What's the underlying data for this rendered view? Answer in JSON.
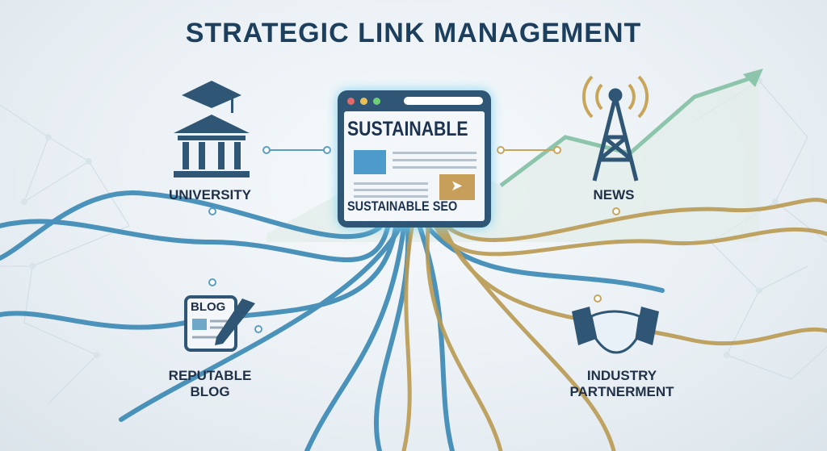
{
  "title": "STRATEGIC LINK MANAGEMENT",
  "center": {
    "heading": "SUSTAINABLE",
    "caption": "SUSTAINABLE SEO"
  },
  "nodes": [
    {
      "label": "UNIVERSITY",
      "icon": "university-icon"
    },
    {
      "label": "NEWS",
      "icon": "broadcast-tower-icon"
    },
    {
      "label": "REPUTABLE BLOG",
      "icon": "blog-icon",
      "badge": "BLOG"
    },
    {
      "label": "INDUSTRY PARTNERMENT",
      "icon": "handshake-icon"
    }
  ],
  "colors": {
    "navy": "#1d3f5e",
    "blue_root": "#3a88b5",
    "gold_root": "#b99a52",
    "trend": "#6fb49a"
  }
}
